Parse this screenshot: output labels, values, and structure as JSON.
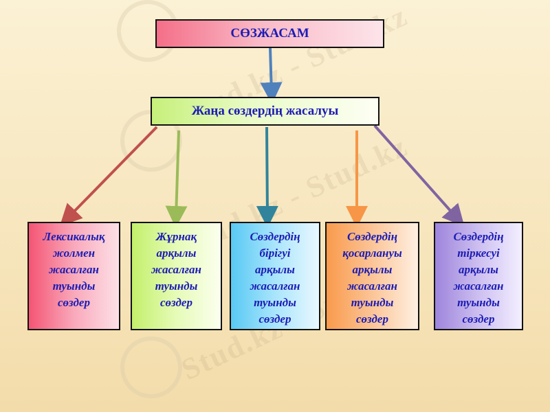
{
  "diagram": {
    "title": "СӨЗЖАСАМ",
    "subtitle": "Жаңа сөздердің жасалуы",
    "leaves": [
      {
        "text": "Лексикалық\nжолмен\nжасалған\nтуынды\nсөздер",
        "arrow_color": "#c0504d"
      },
      {
        "text": "Жұрнақ\nарқылы\nжасалған\nтуынды\nсөздер",
        "arrow_color": "#9bbb59"
      },
      {
        "text": "Сөздердің\nбірігуі\nарқылы\nжасалған\nтуынды\nсөздер",
        "arrow_color": "#31849b"
      },
      {
        "text": "Сөздердің\nқосарлануы\nарқылы\nжасалған\nтуынды\nсөздер",
        "arrow_color": "#f79646"
      },
      {
        "text": "Сөздердің\nтіркесуі\nарқылы\nжасалған\nтуынды\nсөздер",
        "arrow_color": "#8064a2"
      }
    ],
    "top_arrow_color": "#4f81bd"
  },
  "watermark": "Stud.kz - Stud.kz"
}
